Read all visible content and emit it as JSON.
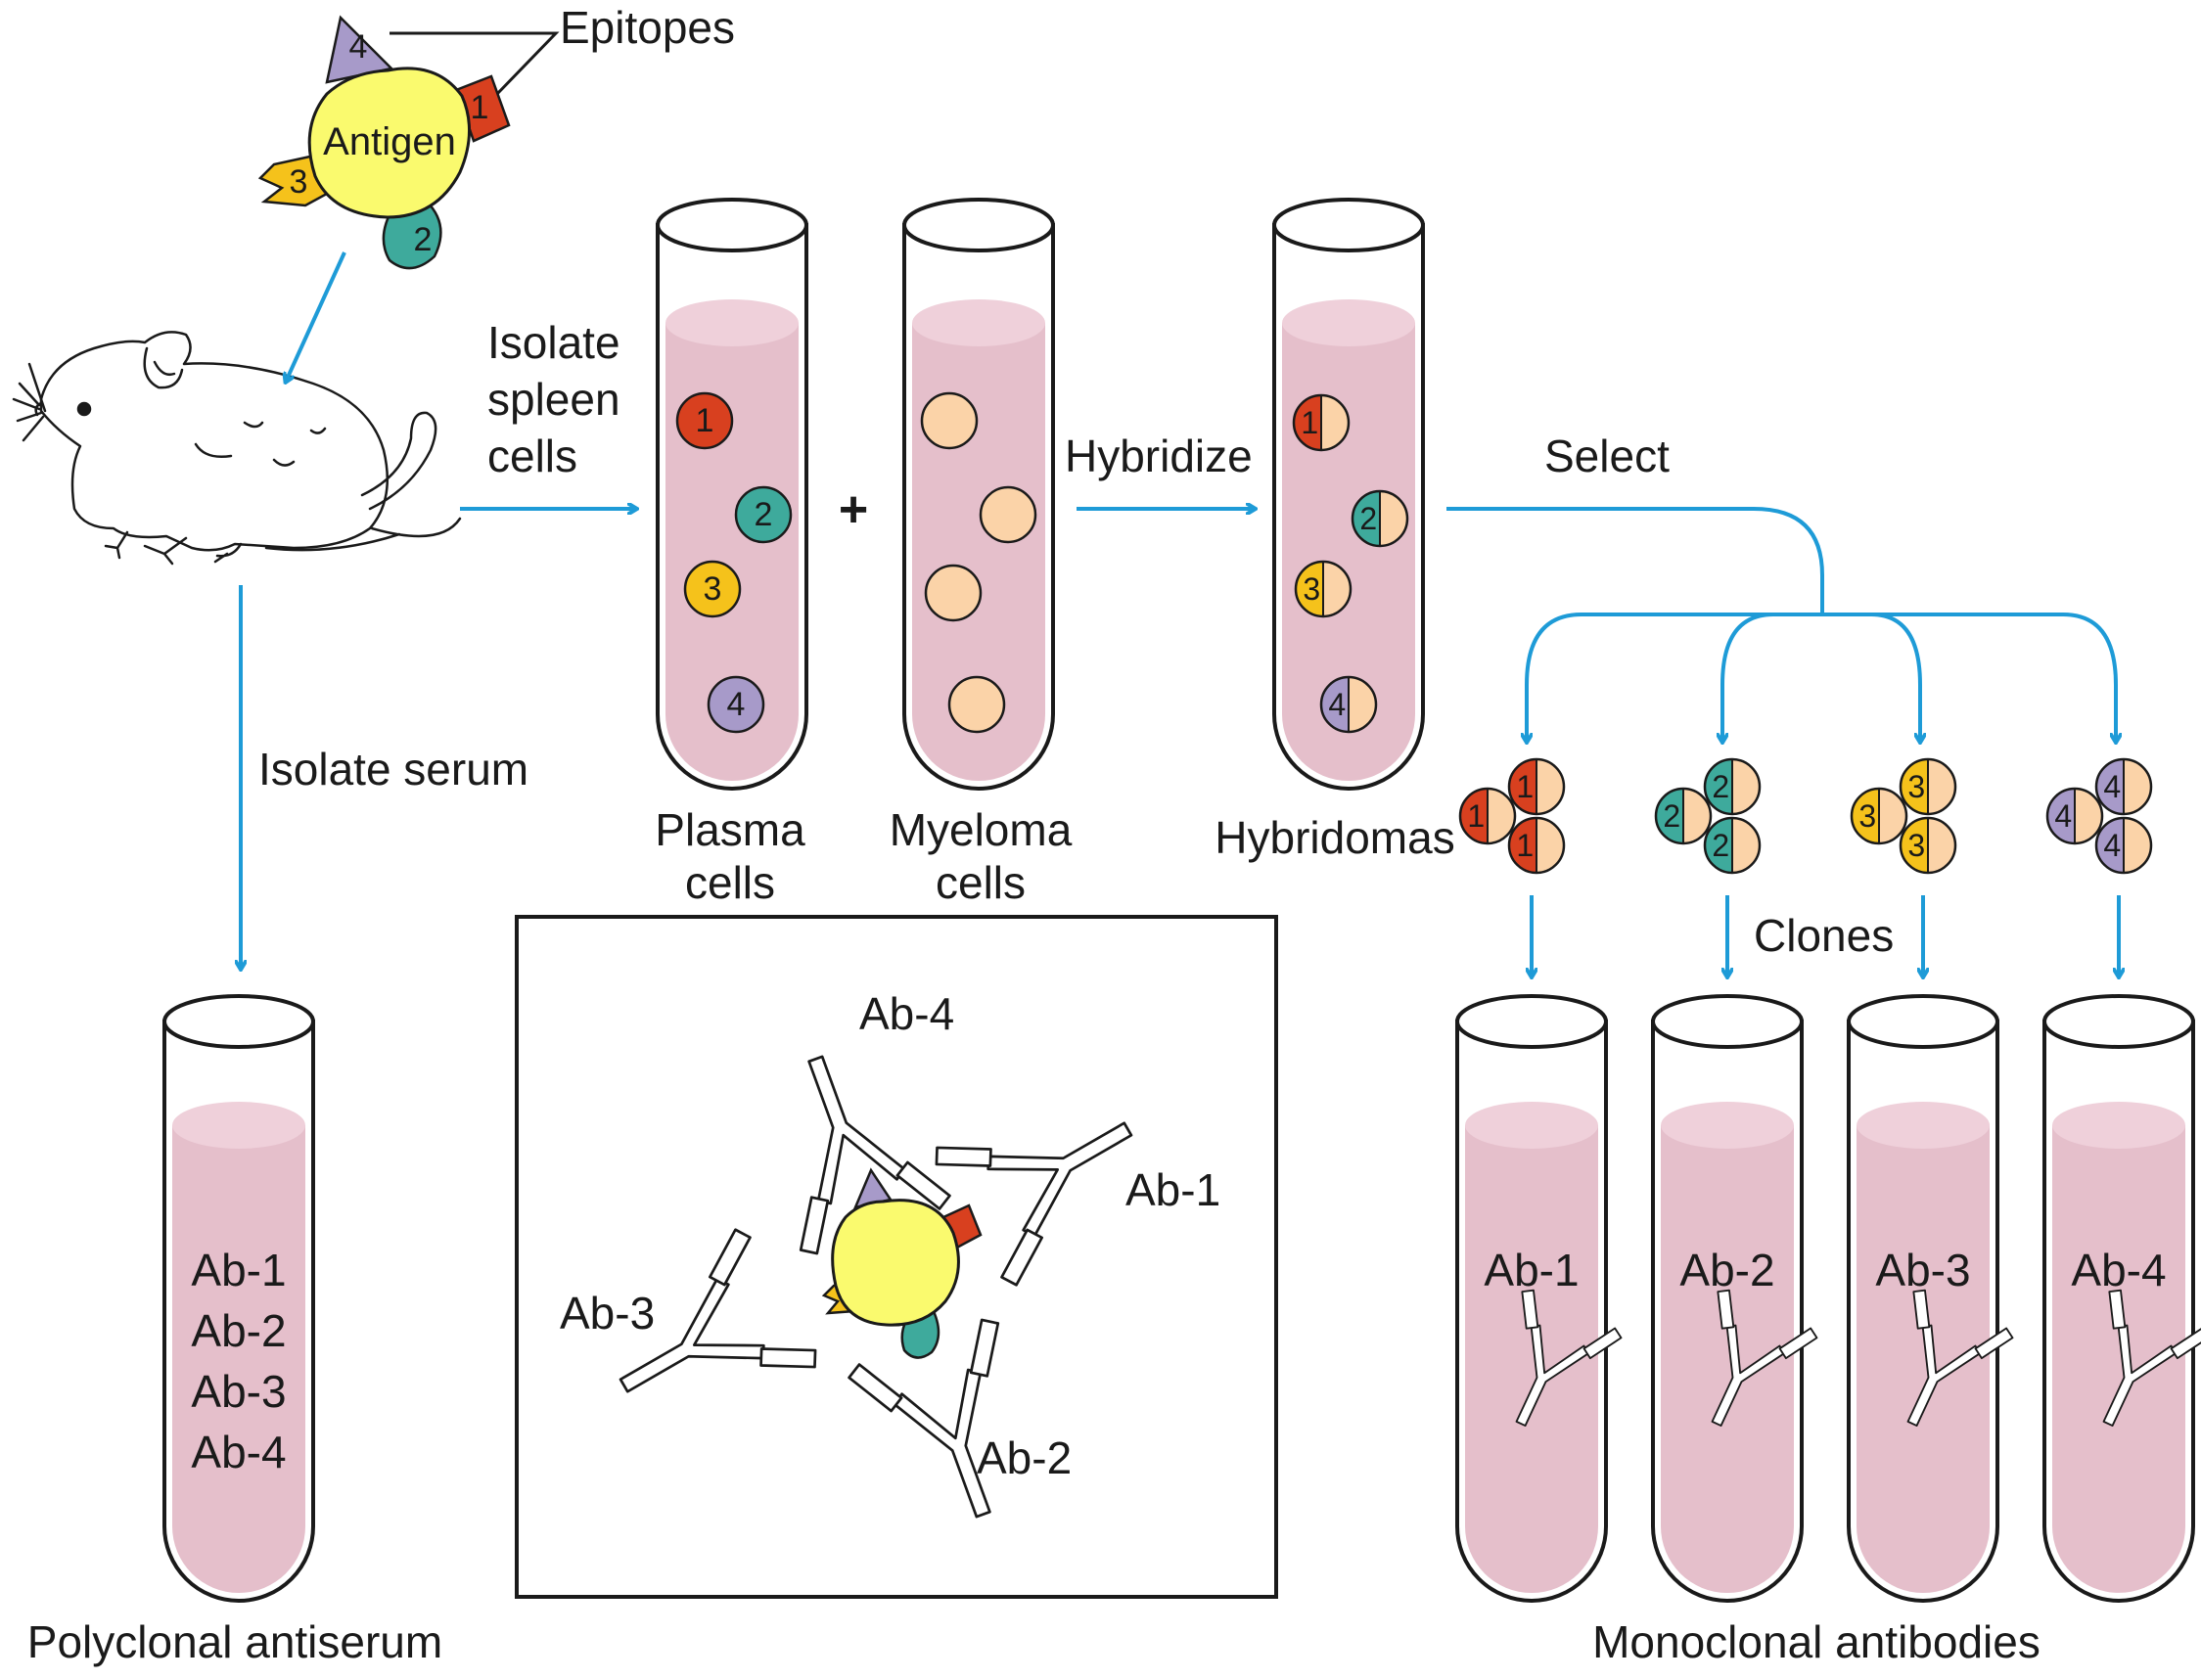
{
  "colors": {
    "epitope_1": "#d8401f",
    "epitope_2": "#3eaa9c",
    "epitope_3": "#f5c21b",
    "epitope_4": "#a79ac9",
    "antigen": "#fafa6e",
    "myeloma": "#fbd3a8",
    "liquid": "#e5bfcb",
    "arrow": "#1e9bd7"
  },
  "icons": [
    "mouse-illustration",
    "test-tube",
    "antibody-icon",
    "arrow-icon"
  ],
  "labels": {
    "epitopes": "Epitopes",
    "antigen": "Antigen",
    "isolate_spleen": [
      "Isolate",
      "spleen",
      "cells"
    ],
    "plasma": [
      "Plasma",
      "cells"
    ],
    "myeloma": [
      "Myeloma",
      "cells"
    ],
    "plus": "+",
    "hybridize": "Hybridize",
    "hybridomas": "Hybridomas",
    "select": "Select",
    "clones": "Clones",
    "isolate_serum": "Isolate serum",
    "polyclonal": "Polyclonal antiserum",
    "monoclonal": "Monoclonal antibodies"
  },
  "epitope_numbers": [
    "1",
    "2",
    "3",
    "4"
  ],
  "serum_contents": [
    "Ab-1",
    "Ab-2",
    "Ab-3",
    "Ab-4"
  ],
  "inset_labels": [
    "Ab-4",
    "Ab-1",
    "Ab-3",
    "Ab-2"
  ],
  "monoclonal_tubes": [
    "Ab-1",
    "Ab-2",
    "Ab-3",
    "Ab-4"
  ]
}
